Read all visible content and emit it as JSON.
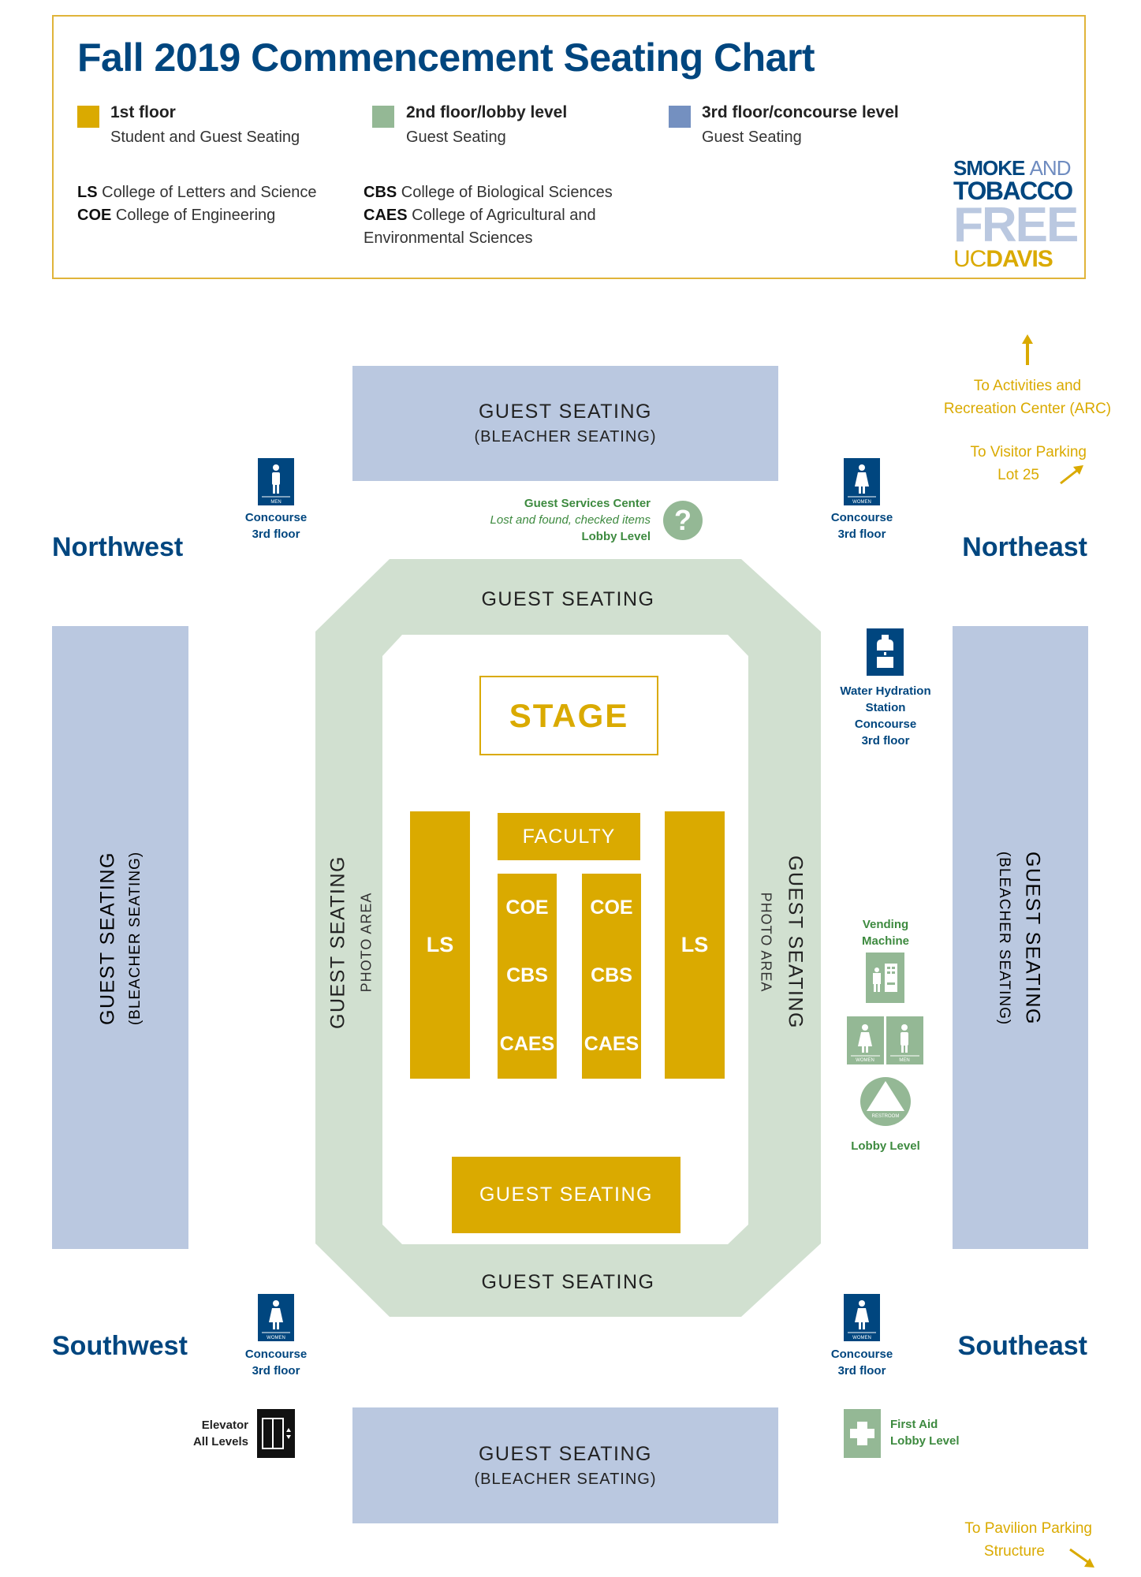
{
  "title": "Fall 2019 Commencement Seating Chart",
  "legend": [
    {
      "label": "1st floor",
      "sub": "Student and Guest Seating",
      "color": "#daaa00"
    },
    {
      "label": "2nd floor/lobby level",
      "sub": "Guest Seating",
      "color": "#94b895"
    },
    {
      "label": "3rd floor/concourse level",
      "sub": "Guest Seating",
      "color": "#7490c0"
    }
  ],
  "colleges": [
    {
      "abbr": "LS",
      "name": "College of Letters and Science"
    },
    {
      "abbr": "COE",
      "name": "College of Engineering"
    },
    {
      "abbr": "CBS",
      "name": "College of Biological Sciences"
    },
    {
      "abbr": "CAES",
      "name": "College of Agricultural and",
      "name2": "Environmental Sciences"
    }
  ],
  "logo": {
    "line1a": "SMOKE",
    "line1b": "AND",
    "line2": "TOBACCO",
    "line3": "FREE",
    "line4a": "UC",
    "line4b": "DAVIS"
  },
  "bleachers": {
    "main": "GUEST SEATING",
    "sub": "(BLEACHER SEATING)"
  },
  "floor": {
    "guest_seating": "GUEST SEATING",
    "photo_area": "PHOTO AREA",
    "stage": "STAGE",
    "faculty": "FACULTY",
    "ls": "LS",
    "coe": "COE",
    "cbs": "CBS",
    "caes": "CAES"
  },
  "compass": {
    "nw": "Northwest",
    "ne": "Northeast",
    "sw": "Southwest",
    "se": "Southeast"
  },
  "amenities": {
    "concourse": "Concourse",
    "third_floor": "3rd floor",
    "men": "MEN",
    "women": "WOMEN",
    "restroom": "RESTROOM",
    "guest_services": {
      "title": "Guest Services Center",
      "desc": "Lost and found, checked items",
      "level": "Lobby Level"
    },
    "water": [
      "Water Hydration",
      "Station",
      "Concourse",
      "3rd floor"
    ],
    "vending": [
      "Vending",
      "Machine"
    ],
    "lobby_level": "Lobby Level",
    "elevator": [
      "Elevator",
      "All Levels"
    ],
    "first_aid": [
      "First Aid",
      "Lobby Level"
    ]
  },
  "directions": {
    "arc": [
      "To Activities and",
      "Recreation Center (ARC)"
    ],
    "visitor": [
      "To Visitor Parking",
      "Lot 25"
    ],
    "pavilion": [
      "To Pavilion Parking",
      "Structure"
    ]
  },
  "colors": {
    "navy": "#00467f",
    "gold": "#daaa00",
    "green": "#94b895",
    "octagon": "#d1e0d0",
    "bleacher": "#bac8e0"
  }
}
